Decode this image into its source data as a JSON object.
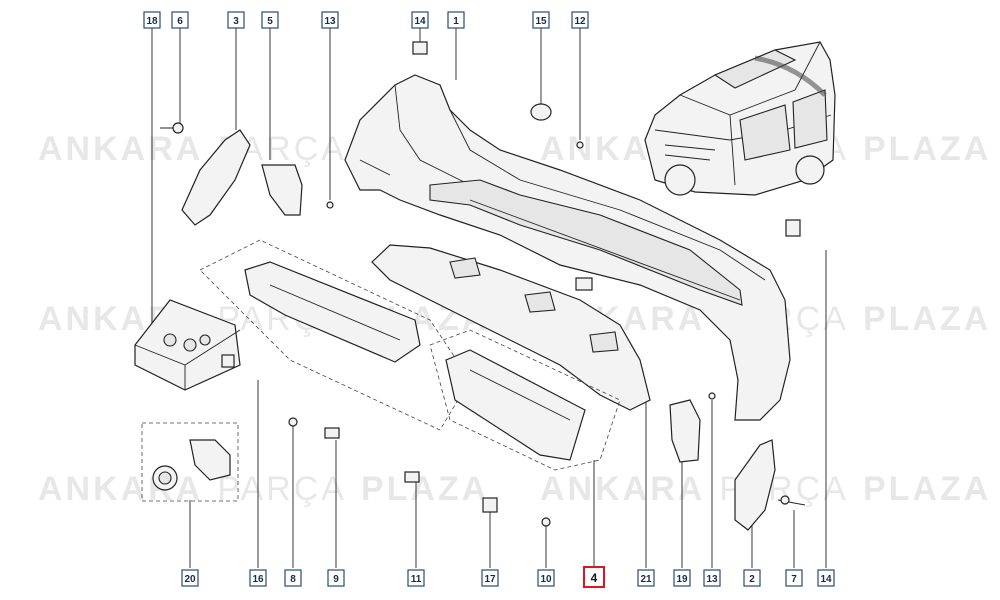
{
  "watermark": {
    "word1": "ANKARA",
    "word2": "PARÇA",
    "word3": "PLAZA"
  },
  "callouts": [
    "18",
    "6",
    "3",
    "5",
    "13",
    "14",
    "1",
    "15",
    "12",
    "20",
    "16",
    "8",
    "9",
    "11",
    "17",
    "10",
    "4",
    "21",
    "19",
    "13",
    "2",
    "7",
    "14"
  ],
  "highlighted_callout": "4",
  "colors": {
    "highlight": "#e0141e",
    "label_border": "#2a4a7a",
    "line": "#222222"
  }
}
